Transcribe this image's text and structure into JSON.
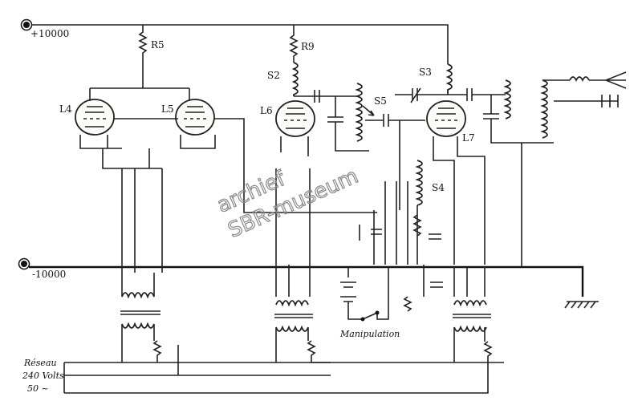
{
  "supply": {
    "positive": "+10000",
    "negative": "-10000"
  },
  "components": {
    "resistors": [
      "R5",
      "R9"
    ],
    "tubes": [
      "L4",
      "L5",
      "L6",
      "L7"
    ],
    "coils": [
      "S2",
      "S3",
      "S4",
      "S5"
    ]
  },
  "keying": "Manipulation",
  "mains": {
    "line1": "Réseau",
    "line2": "240 Volts",
    "line3": "50 ~"
  },
  "watermark": {
    "line1": "archief",
    "line2": "SBR-museum"
  }
}
